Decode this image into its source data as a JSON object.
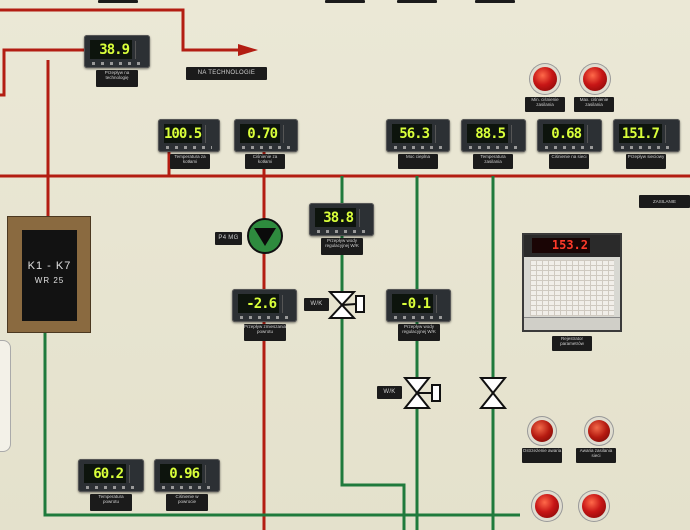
{
  "panel": {
    "boiler": {
      "label": "K1 - K7",
      "model": "WR 25"
    },
    "to_technology_label": "NA TECHNOLOGIE",
    "pump_tag": "P4 MG",
    "valve_tags": [
      "W/K",
      "W/K"
    ],
    "recorder": {
      "reading": "153.2"
    },
    "meters": [
      {
        "id": "m-top",
        "value": "38.9",
        "caption": "Przepływ na technologię"
      },
      {
        "id": "m-a",
        "value": "100.5",
        "caption": "Temperatura za kotłami"
      },
      {
        "id": "m-b",
        "value": "0.70",
        "caption": "Ciśnienie za kotłami"
      },
      {
        "id": "m-c",
        "value": "56.3",
        "caption": "Moc cieplna"
      },
      {
        "id": "m-d",
        "value": "88.5",
        "caption": "Temperatura zasilania"
      },
      {
        "id": "m-e",
        "value": "0.68",
        "caption": "Ciśnienie na sieci"
      },
      {
        "id": "m-f",
        "value": "151.7",
        "caption": "Przepływ sieciowy"
      },
      {
        "id": "m-g",
        "value": "38.8",
        "caption": "Przepływ wody regulacyjnej W/K"
      },
      {
        "id": "m-h",
        "value": "-2.6",
        "caption": "Przepływ zmieszania powrotu"
      },
      {
        "id": "m-i",
        "value": "-0.1",
        "caption": "Przepływ wody regulacyjnej W/K"
      },
      {
        "id": "m-j",
        "value": "60.2",
        "caption": "Temperatura powrotu"
      },
      {
        "id": "m-k",
        "value": "0.96",
        "caption": "Ciśnienie w powrocie"
      }
    ],
    "plates_misc": {
      "right_side": "ZASILANIE",
      "recorder_caption": "Rejestrator parametrów",
      "lamps_top_left": "Min. ciśnienie zasilania",
      "lamps_top_right": "Max. ciśnienie zasilania",
      "lamps_mid_left": "Ostrzeżenie awaria",
      "lamps_mid_right": "Awaria zasilania sieci"
    }
  },
  "colors": {
    "supply": "#b31d12",
    "return": "#1f7a3c",
    "panel": "#e9e6d2",
    "lcd": "#d9ff3a",
    "recorder_lcd": "#ff3a2a"
  }
}
